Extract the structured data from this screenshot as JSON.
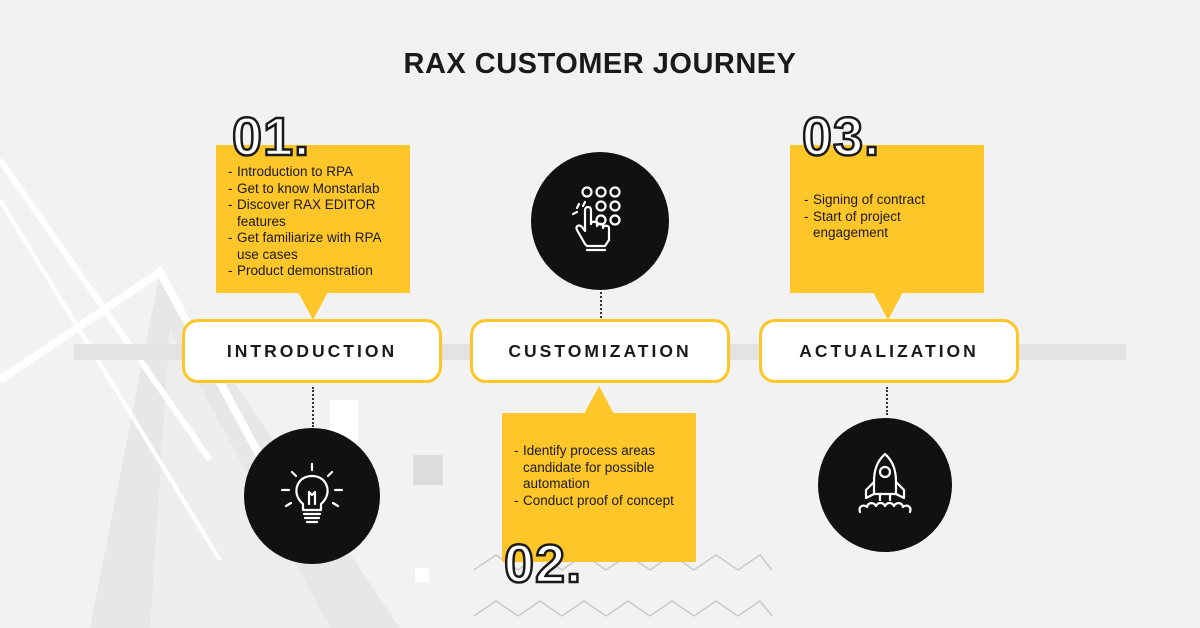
{
  "title": "RAX CUSTOMER JOURNEY",
  "steps": [
    {
      "number": "01.",
      "phase": "INTRODUCTION",
      "icon": "lightbulb-icon",
      "items": [
        "Introduction to RPA",
        "Get to know Monstarlab",
        "Discover RAX EDITOR features",
        "Get familiarize with RPA use cases",
        "Product demonstration"
      ]
    },
    {
      "number": "02.",
      "phase": "CUSTOMIZATION",
      "icon": "touch-keypad-icon",
      "items": [
        "Identify process areas candidate for possible automation",
        "Conduct proof of concept"
      ]
    },
    {
      "number": "03.",
      "phase": "ACTUALIZATION",
      "icon": "rocket-icon",
      "items": [
        "Signing of contract",
        "Start of project engagement"
      ]
    }
  ],
  "colors": {
    "accent": "#ffc629",
    "dark": "#111111",
    "background": "#f2f2f2"
  }
}
